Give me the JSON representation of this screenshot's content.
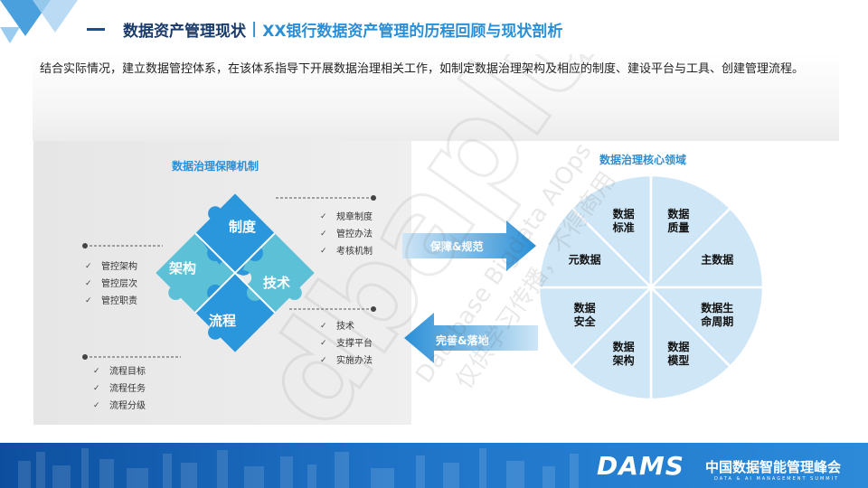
{
  "header": {
    "title": "数据资产管理现状",
    "separator": "|",
    "subtitle": "XX银行数据资产管理的历程回顾与现状剖析"
  },
  "intro": {
    "text": "结合实际情况，建立数据管控体系，在该体系指导下开展数据治理相关工作，如制定数据治理架构及相应的制度、建设平台与工具、创建管理流程。"
  },
  "left_panel": {
    "title": "数据治理保障机制",
    "puzzle": {
      "top": "制度",
      "left": "架构",
      "right": "技术",
      "bottom": "流程"
    },
    "group_zhidu": [
      "规章制度",
      "管控办法",
      "考核机制"
    ],
    "group_jiagou": [
      "管控架构",
      "管控层次",
      "管控职责"
    ],
    "group_jishu": [
      "技术",
      "支撑平台",
      "实施办法"
    ],
    "group_liucheng": [
      "流程目标",
      "流程任务",
      "流程分级"
    ],
    "check_mark": "✓"
  },
  "arrows": {
    "right_label": "保障&规范",
    "left_label": "完善&落地"
  },
  "right_panel": {
    "title": "数据治理核心领域",
    "segments": [
      {
        "line1": "数据",
        "line2": "标准"
      },
      {
        "line1": "数据",
        "line2": "质量"
      },
      {
        "line1": "主数据",
        "line2": ""
      },
      {
        "line1": "数据生",
        "line2": "命周期"
      },
      {
        "line1": "数据",
        "line2": "模型"
      },
      {
        "line1": "数据",
        "line2": "架构"
      },
      {
        "line1": "数据",
        "line2": "安全"
      },
      {
        "line1": "元数据",
        "line2": ""
      }
    ]
  },
  "footer": {
    "logo_main": "DAMS",
    "logo_cn": "中国数据智能管理峰会",
    "logo_en": "DATA & AI MANAGEMENT SUMMIT"
  },
  "watermark": {
    "brand": "dbaplus",
    "line1": "Database Bigdata AIOps",
    "line2": "仅供学习传播，不得商用"
  },
  "colors": {
    "title_dark": "#1a3a6b",
    "accent_blue": "#2a8fd6",
    "puzzle_blue": "#2a96dc",
    "puzzle_teal": "#5cc0d6",
    "pie_fill": "#cfe6f6",
    "band": "#1f73c7"
  }
}
